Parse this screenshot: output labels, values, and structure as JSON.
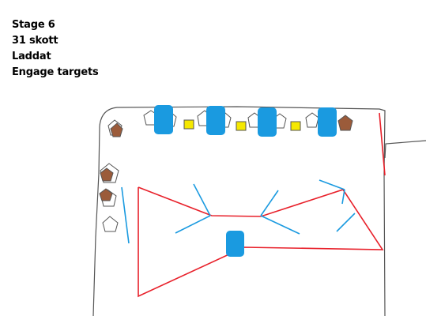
{
  "info": {
    "stage": "Stage 6",
    "shots": "31 skott",
    "status": "Laddat",
    "command": "Engage targets"
  },
  "colors": {
    "outline": "#555555",
    "fault_line": "#e8202a",
    "barrel": "#1a9ae0",
    "wall_stroke": "#1a9ae0",
    "target_paper": "#ffffff",
    "target_noshoot": "#9b5b3a",
    "steel": "#f5e800"
  },
  "icons": {
    "paper_target": "pentagon-target-icon",
    "noshoot_target": "brown-pentagon-noshoot-icon",
    "steel_target": "yellow-square-steel-icon",
    "barrel": "blue-barrel-icon"
  }
}
